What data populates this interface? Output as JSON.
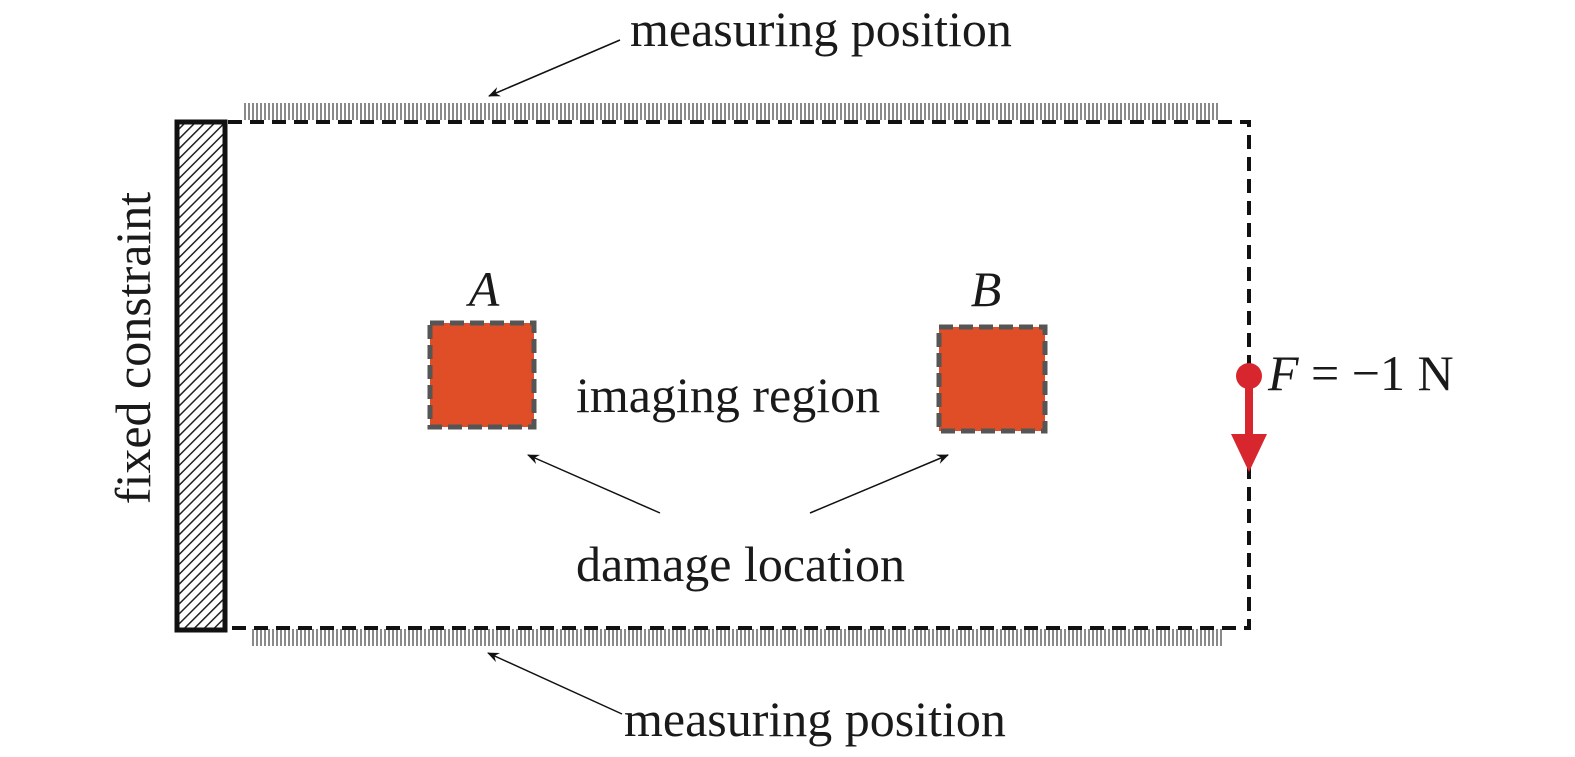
{
  "labels": {
    "measuring_top": "measuring position",
    "measuring_bottom": "measuring position",
    "fixed": "fixed constraint",
    "imaging": "imaging region",
    "damage": "damage location",
    "point_a": "A",
    "point_b": "B",
    "force_symbol": "F",
    "force_value": " = −1 N"
  },
  "colors": {
    "damage_fill": "#e04e27",
    "force": "#d7262e",
    "outline": "#111111",
    "dash_outline": "#555555",
    "sensor_strip": "#8a8a8a"
  }
}
